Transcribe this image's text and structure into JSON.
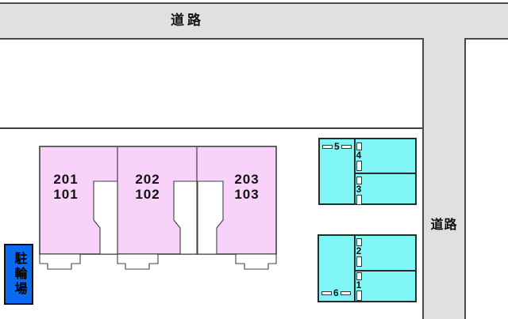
{
  "roads": {
    "top_label": "道路",
    "right_label": "道路"
  },
  "building": {
    "units": [
      {
        "upper_room": "201",
        "lower_room": "101"
      },
      {
        "upper_room": "202",
        "lower_room": "102"
      },
      {
        "upper_room": "203",
        "lower_room": "103"
      }
    ]
  },
  "bicycle_parking": {
    "label": "駐輪場"
  },
  "parking": {
    "upper_block": {
      "side_space": "5",
      "top_space": "4",
      "bottom_space": "3"
    },
    "lower_block": {
      "top_space": "2",
      "bottom_space": "1",
      "side_space": "6"
    }
  },
  "colors": {
    "road_fill": "#e0e0e0",
    "road_line": "#4a4a4a",
    "outline": "#404040",
    "building_fill": "#f9d2f9",
    "parking_fill": "#7ff5f5",
    "bicycle_fill": "#0a6af0",
    "text": "#111111"
  }
}
